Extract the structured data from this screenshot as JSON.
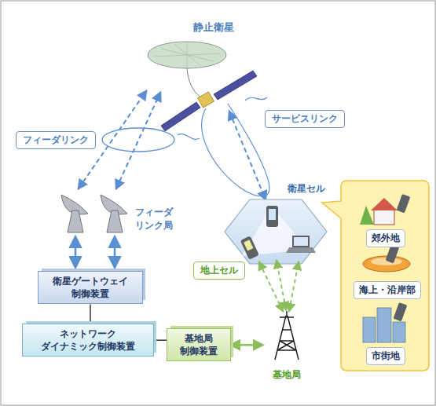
{
  "diagram": {
    "nodes": [
      {
        "text": [
          "フィーダリンク"
        ]
      },
      {
        "text": [
          "サービスリンク"
        ]
      },
      {
        "text": [
          "衛星ゲートウェイ 制御装置"
        ]
      },
      {
        "text": [
          "ネットワーク ダイナミック制御装置"
        ]
      },
      {
        "text": [
          "基地局 制御装置"
        ]
      },
      {
        "text": [
          "地上セル"
        ]
      },
      {
        "text": [
          "郊外地"
        ]
      },
      {
        "text": [
          "海上・沿岸部"
        ]
      },
      {
        "text": [
          "市街地"
        ]
      },
      {
        "text": [
          "基地局"
        ]
      }
    ],
    "edges": [
      {
        "from": 2,
        "to": 3,
        "arrow": "none"
      },
      {
        "from": 3,
        "to": 4,
        "arrow": "none"
      },
      {
        "from": 4,
        "to": 9,
        "arrow": "both"
      }
    ],
    "labels": [
      "静止衛星",
      "フィーダ リンク局",
      "衛星セル"
    ]
  }
}
